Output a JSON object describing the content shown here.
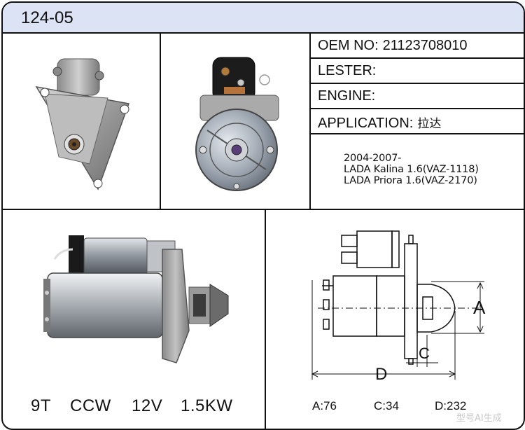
{
  "header": {
    "model": "124-05"
  },
  "info": {
    "oem_label": "OEM NO:",
    "oem_value": "21123708010",
    "lester_label": "LESTER:",
    "lester_value": "",
    "engine_label": "ENGINE:",
    "engine_value": "",
    "application_label": "APPLICATION:",
    "application_value": "拉达"
  },
  "application_notes": [
    "2004-2007-",
    "LADA Kalina 1.6(VAZ-1118)",
    "LADA Priora 1.6(VAZ-2170)"
  ],
  "specs": {
    "teeth": "9T",
    "rotation": "CCW",
    "voltage": "12V",
    "power": "1.5KW"
  },
  "drawing": {
    "label_a": "A",
    "label_c": "C",
    "label_d": "D"
  },
  "dimensions": {
    "a": "A:76",
    "c": "C:34",
    "d": "D:232"
  },
  "watermark": "型号AI生成",
  "colors": {
    "header_bg": "#dce3f4",
    "border": "#111111"
  }
}
